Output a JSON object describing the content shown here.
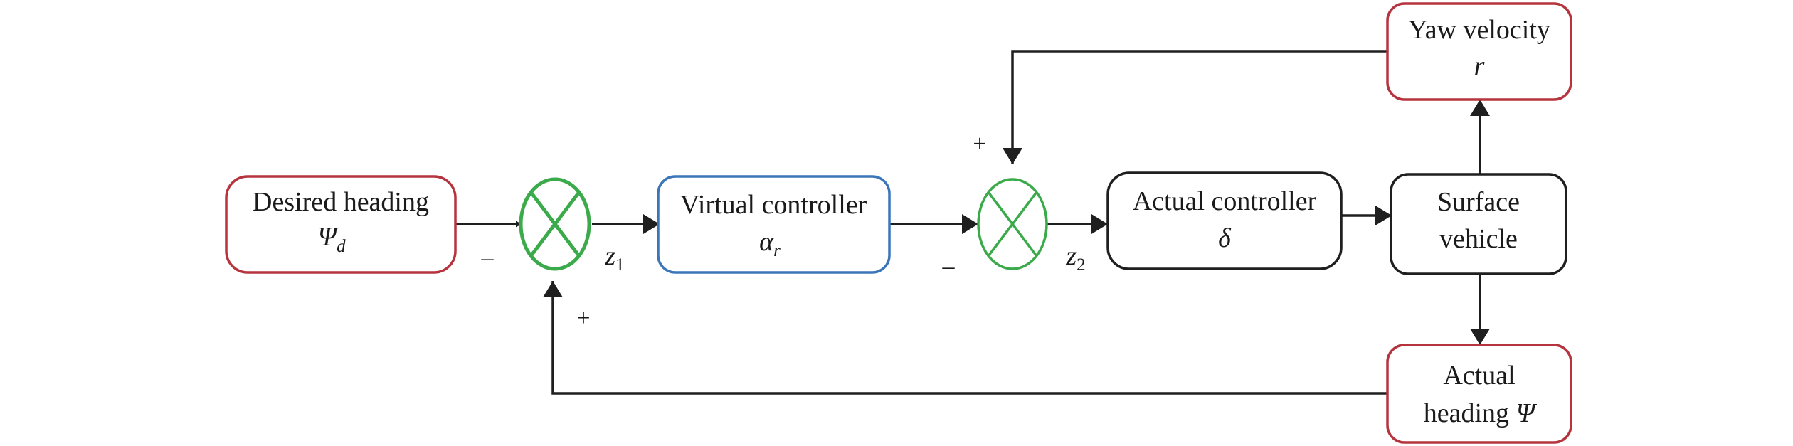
{
  "colors": {
    "red_box": "#b5343d",
    "blue_box": "#3a76b8",
    "black_box": "#1f1f1f",
    "sum_green": "#3aaa4a",
    "line": "#1f1f1f"
  },
  "blocks": {
    "desired_heading": {
      "label": "Desired heading",
      "symbol": "Ψ",
      "symbol_sub": "d"
    },
    "virtual_controller": {
      "label": "Virtual controller",
      "symbol": "α",
      "symbol_sub": "r"
    },
    "actual_controller": {
      "label": "Actual controller",
      "symbol": "δ"
    },
    "surface_vehicle": {
      "line1": "Surface",
      "line2": "vehicle"
    },
    "yaw_velocity": {
      "label": "Yaw velocity",
      "symbol": "r"
    },
    "actual_heading": {
      "line1": "Actual",
      "line2": "heading",
      "symbol": "Ψ"
    }
  },
  "signals": {
    "z1": {
      "symbol": "z",
      "sub": "1"
    },
    "z2": {
      "symbol": "z",
      "sub": "2"
    }
  },
  "signs": {
    "sum1_minus": "–",
    "sum1_plus": "+",
    "sum2_minus": "–",
    "sum2_plus": "+"
  }
}
